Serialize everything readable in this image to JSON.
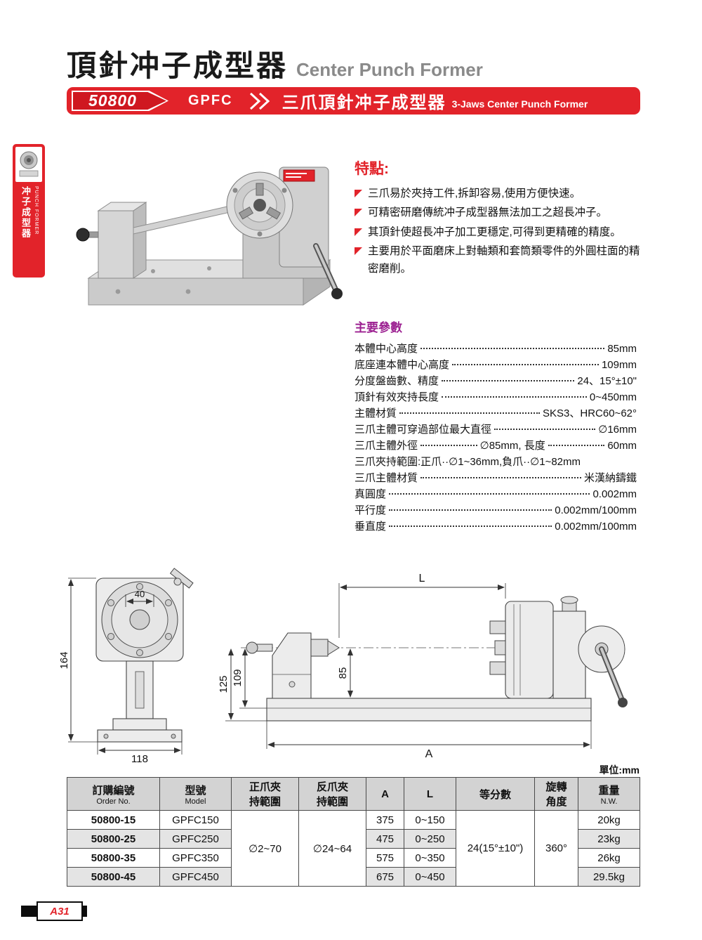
{
  "title": {
    "zh": "頂針冲子成型器",
    "en": "Center Punch Former"
  },
  "banner": {
    "order_no": "50800",
    "series": "GPFC",
    "name_zh": "三爪頂針冲子成型器",
    "name_en": "3-Jaws Center Punch Former"
  },
  "side_tab": {
    "zh": "冲子成型器",
    "en": "PUNCH FORMER"
  },
  "features": {
    "heading": "特點:",
    "items": [
      "三爪易於夾持工件,拆卸容易,使用方便快速。",
      "可精密研磨傳統冲子成型器無法加工之超長冲子。",
      "其頂針使超長冲子加工更穩定,可得到更精確的精度。",
      "主要用於平面磨床上對軸類和套筒類零件的外圓柱面的精密磨削。"
    ]
  },
  "parameters": {
    "heading": "主要參數",
    "items": [
      {
        "label": "本體中心高度",
        "value": "85mm"
      },
      {
        "label": "底座連本體中心高度",
        "value": "109mm"
      },
      {
        "label": "分度盤齒數、精度",
        "value": "24、15°±10\""
      },
      {
        "label": "頂針有效夾持長度",
        "value": "0~450mm"
      },
      {
        "label": "主體材質",
        "value": "SKS3、HRC60~62°"
      },
      {
        "label": "三爪主體可穿過部位最大直徑",
        "value": "∅16mm"
      },
      {
        "label": "三爪主體外徑",
        "value": "∅85mm, 長度",
        "value2": "60mm"
      },
      {
        "text": "三爪夾持範圍:正爪··∅1~36mm,負爪··∅1~82mm"
      },
      {
        "label": "三爪主體材質",
        "value": "米漢納鑄鐵"
      },
      {
        "label": "真圓度",
        "value": "0.002mm"
      },
      {
        "label": "平行度",
        "value": "0.002mm/100mm"
      },
      {
        "label": "垂直度",
        "value": "0.002mm/100mm"
      }
    ]
  },
  "drawing": {
    "front": {
      "d164": "164",
      "d40": "40",
      "d118": "118"
    },
    "side": {
      "dL": "L",
      "d125": "125",
      "d109": "109",
      "d85": "85",
      "dA": "A"
    }
  },
  "table": {
    "unit_note": "單位:mm",
    "headers": {
      "order_no": {
        "zh": "訂購編號",
        "en": "Order No."
      },
      "model": {
        "zh": "型號",
        "en": "Model"
      },
      "normal_jaw": {
        "line1": "正爪夾",
        "line2": "持範圍"
      },
      "reverse_jaw": {
        "line1": "反爪夾",
        "line2": "持範圍"
      },
      "a": "A",
      "l": "L",
      "divisions": "等分數",
      "rotation": {
        "line1": "旋轉",
        "line2": "角度"
      },
      "weight": {
        "zh": "重量",
        "en": "N.W."
      }
    },
    "merged": {
      "normal_jaw_range": "∅2~70",
      "reverse_jaw_range": "∅24~64",
      "divisions": "24(15°±10\")",
      "rotation_angle": "360°"
    },
    "rows": [
      {
        "order_no": "50800-15",
        "model": "GPFC150",
        "a": "375",
        "l": "0~150",
        "weight": "20kg"
      },
      {
        "order_no": "50800-25",
        "model": "GPFC250",
        "a": "475",
        "l": "0~250",
        "weight": "23kg"
      },
      {
        "order_no": "50800-35",
        "model": "GPFC350",
        "a": "575",
        "l": "0~350",
        "weight": "26kg"
      },
      {
        "order_no": "50800-45",
        "model": "GPFC450",
        "a": "675",
        "l": "0~450",
        "weight": "29.5kg"
      }
    ]
  },
  "footer": {
    "page_no": "A31"
  }
}
